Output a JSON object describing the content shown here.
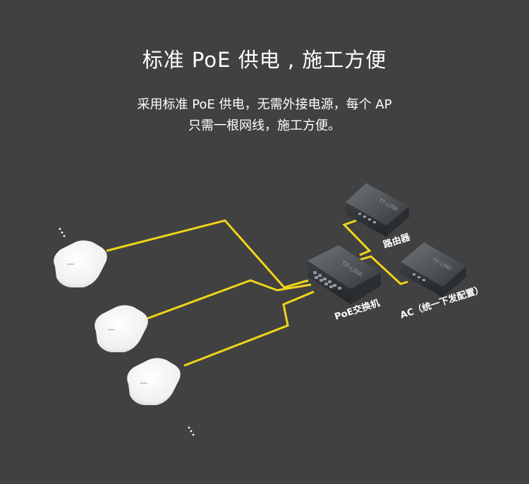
{
  "heading": "标准 PoE 供电 , 施工方便",
  "description": {
    "line1": "采用标准 PoE 供电，无需外接电源，每个 AP",
    "line2": "只需一根网线，施工方便。"
  },
  "devices": {
    "router": "路由器",
    "poe_switch": "PoE交换机",
    "ac": "AC（统一下发配置）"
  },
  "colors": {
    "background": "#414141",
    "cable": "#f2d41a",
    "text": "#ffffff"
  }
}
